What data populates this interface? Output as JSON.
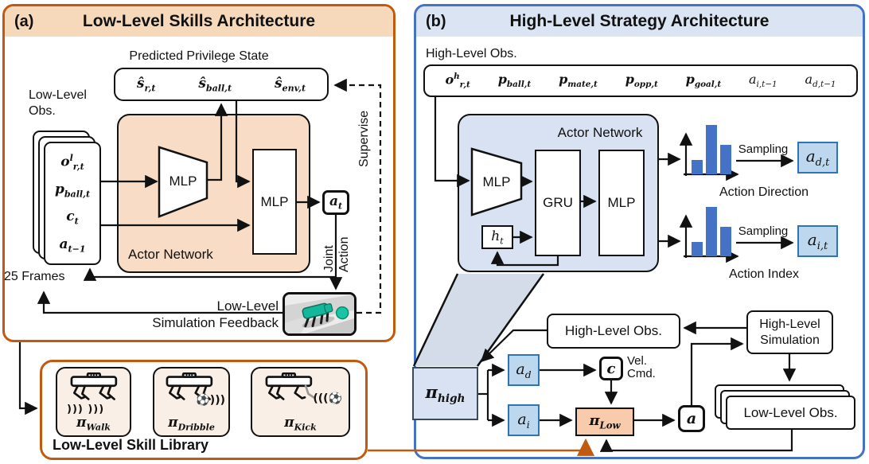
{
  "colors": {
    "orange_border": "#c05a11",
    "peach_header": "#f6d9bb",
    "actor_a_fill": "#f8dcc5",
    "skill_fill": "#f9efe6",
    "pi_low_fill": "#f8cbad",
    "blue_border": "#4472c4",
    "blue_header": "#dbe4f3",
    "actor_b_fill": "#d9e2f3",
    "callout_fill": "#d3dce8",
    "light_blue_box": "#bdd7ee",
    "bar_color": "#4472c4",
    "robot_teal": "#15b79b"
  },
  "panel_a": {
    "tag": "(a)",
    "title": "Low-Level Skills Architecture",
    "privilege": {
      "caption": "Predicted Privilege State",
      "items": [
        "ŝ_(r,t)",
        "ŝ_(ball,t)",
        "ŝ_(env,t)"
      ]
    },
    "supervise": "Supervise",
    "obs_caption": "Low-Level Obs.",
    "obs_items": [
      "o^(l)_(r,t)",
      "p_(ball,t)",
      "c_(t)",
      "a_(t−1)"
    ],
    "frames_caption": "25 Frames",
    "actor_label": "Actor Network",
    "mlp1": "MLP",
    "mlp2": "MLP",
    "action": "a_(t)",
    "joint_action_lines": [
      "Joint",
      "Action"
    ],
    "sim_feedback_lines": [
      "Low-Level",
      "Simulation Feedback"
    ]
  },
  "panel_b": {
    "tag": "(b)",
    "title": "High-Level Strategy Architecture",
    "obs_caption": "High-Level Obs.",
    "obs_items": [
      "o^(h)_(r,t)",
      "p_(ball,t)",
      "p_(mate,t)",
      "p_(opp,t)",
      "p_(goal,t)",
      "a_(i,t−1)",
      "a_(d,t−1)"
    ],
    "actor_label": "Actor Network",
    "mlp1": "MLP",
    "gru": "GRU",
    "mlp2": "MLP",
    "hidden": "h_(t)",
    "hist": {
      "bars": [
        18,
        62,
        37
      ],
      "color": "#4472c4"
    },
    "sampling": "Sampling",
    "action_direction_box": "a_(d,t)",
    "action_index_box": "a_(i,t)",
    "action_direction_label": "Action Direction",
    "action_index_label": "Action Index",
    "pi_high": "π_(high)",
    "hl_obs_box": "High-Level Obs.",
    "a_d": "a_(d)",
    "a_i": "a_(i)",
    "c": "c",
    "vel_cmd_lines": [
      "Vel.",
      "Cmd."
    ],
    "pi_low": "π_(Low)",
    "a": "a",
    "hl_sim_lines": [
      "High-Level",
      "Simulation"
    ],
    "ll_obs_box": "Low-Level Obs."
  },
  "library": {
    "title": "Low-Level Skill Library",
    "skills": [
      {
        "name": "walk",
        "label": "π_(Walk)",
        "deco": ")))  )))"
      },
      {
        "name": "dribble",
        "label": "π_(Dribble)",
        "deco": "⚽)))"
      },
      {
        "name": "kick",
        "label": "π_(Kick)",
        "deco": "(((⚽"
      }
    ]
  }
}
